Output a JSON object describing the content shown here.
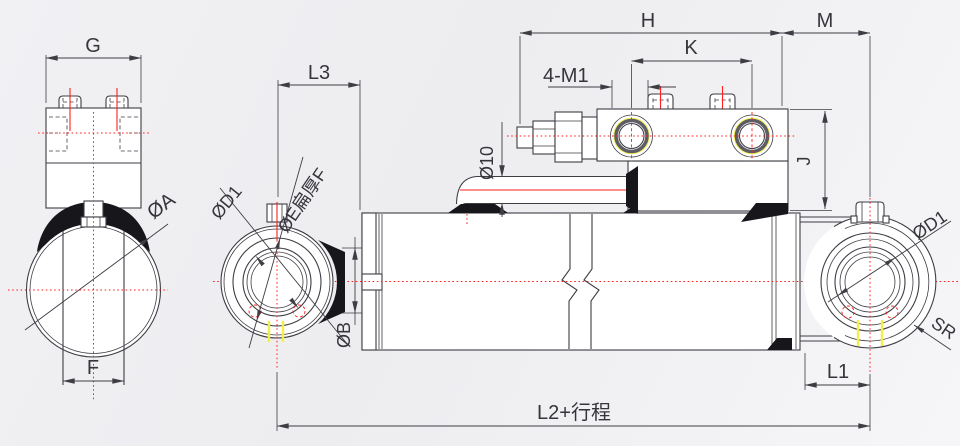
{
  "colors": {
    "background": "#f0f0f3",
    "line": "#3d3d44",
    "centerline_red": "#ff1f1f",
    "highlight_yellow": "#f2ee4a",
    "weld_fill_black": "#17161b",
    "paper_white": "#ffffff"
  },
  "labels": {
    "g": "G",
    "f": "F",
    "phi_a": "ØA",
    "l3": "L3",
    "phi_d1_rear": "ØD1",
    "phi_e_flat": "ØE扁厚F",
    "phi_b": "ØB",
    "phi_10": "Ø10",
    "h": "H",
    "m": "M",
    "k": "K",
    "four_m1": "4-M1",
    "j": "J",
    "phi_d1_rod": "ØD1",
    "sr": "SR",
    "l1": "L1",
    "l2_stroke": "L2+行程"
  }
}
